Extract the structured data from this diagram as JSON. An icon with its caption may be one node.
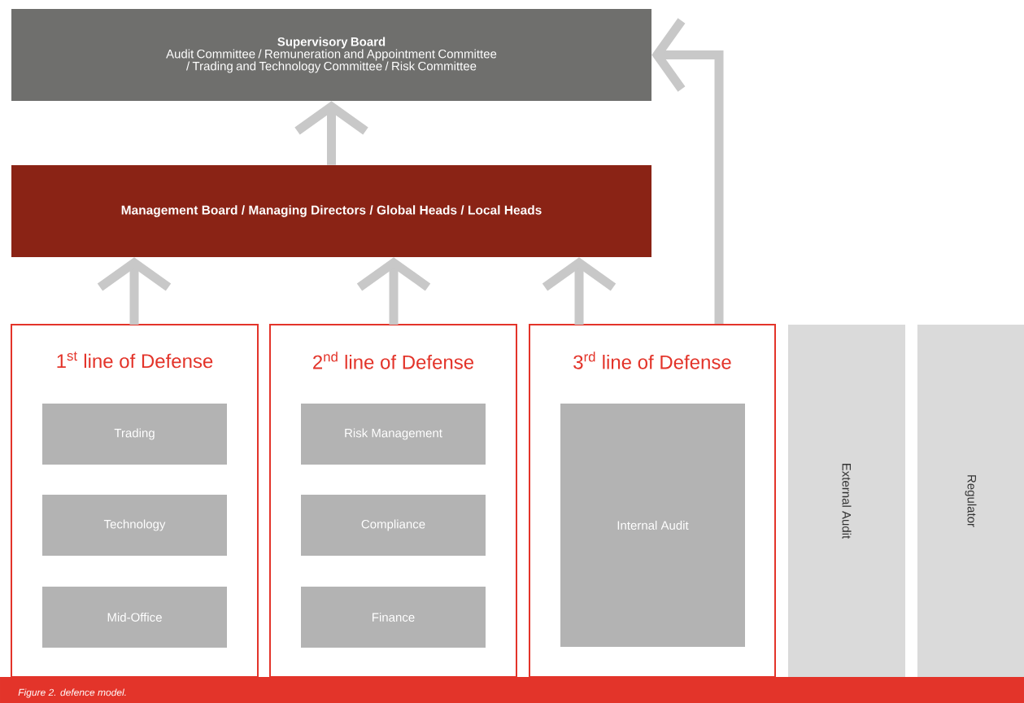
{
  "diagram": {
    "caption": "Figure 2. defence model.",
    "nodes": [
      {
        "text": [
          "Supervisory Board",
          "Audit Committee / Remuneration and Appointment Committee / Trading and Technology Committee / Risk Committee"
        ]
      },
      {
        "text": [
          "Management Board / Managing Directors / Global Heads / Local Heads"
        ]
      },
      {
        "text": [
          "1$^{st}$ line of Defense"
        ]
      },
      {
        "text": [
          "Trading"
        ],
        "in": 2
      },
      {
        "text": [
          "Technology"
        ],
        "in": 2
      },
      {
        "text": [
          "Mid-Office"
        ],
        "in": 2
      },
      {
        "text": [
          "2$^{nd}$ line of Defense"
        ]
      },
      {
        "text": [
          "Risk Management"
        ],
        "in": 6
      },
      {
        "text": [
          "Compliance"
        ],
        "in": 6
      },
      {
        "text": [
          "Finance"
        ],
        "in": 6
      },
      {
        "text": [
          "3$^{rd}$ line of Defense"
        ]
      },
      {
        "text": [
          "Internal Audit"
        ],
        "in": 10
      },
      {
        "text": [
          "External Audit"
        ]
      },
      {
        "text": [
          "Regulator"
        ]
      }
    ],
    "edges": [
      {
        "from": 1,
        "to": 0,
        "arrow": "to"
      },
      {
        "from": 2,
        "to": 1,
        "arrow": "to"
      },
      {
        "from": 6,
        "to": 1,
        "arrow": "to"
      },
      {
        "from": 10,
        "to": 1,
        "arrow": "to"
      },
      {
        "from": 10,
        "to": 0,
        "arrow": "to"
      }
    ]
  }
}
